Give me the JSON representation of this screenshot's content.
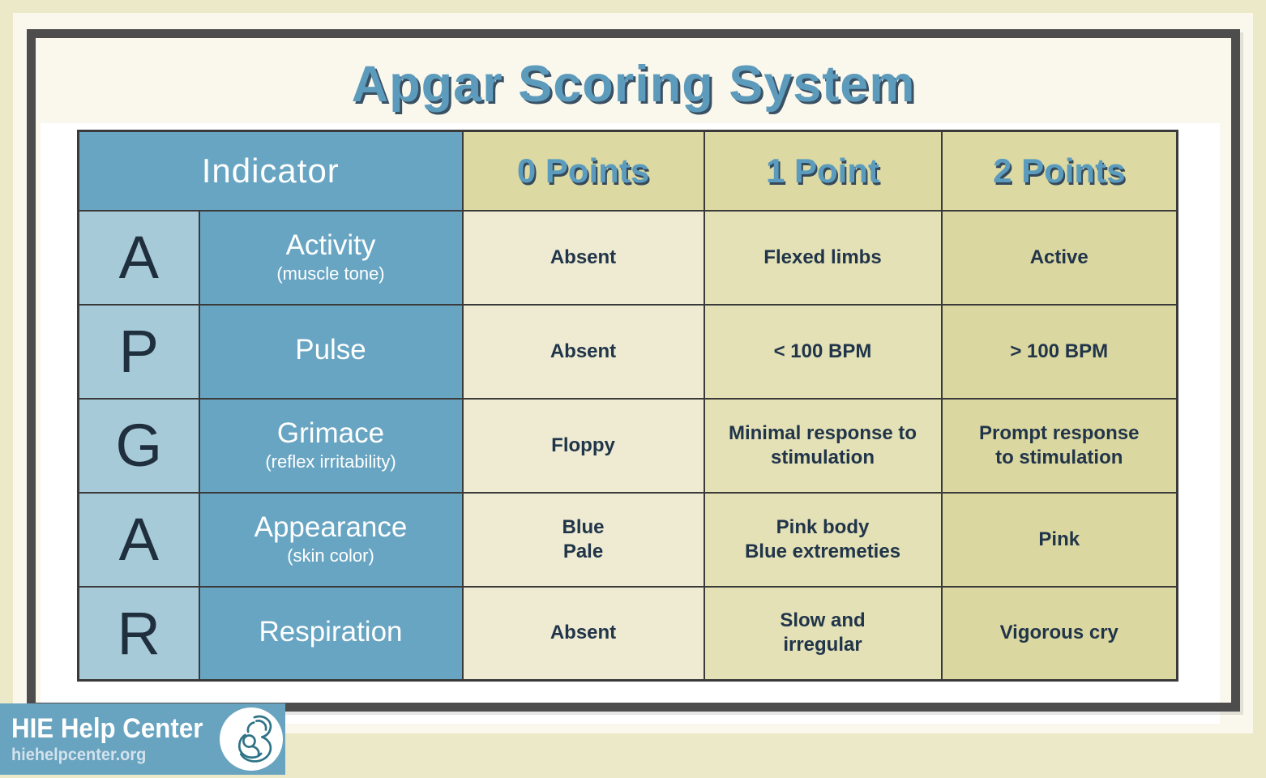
{
  "title": "Apgar Scoring System",
  "table": {
    "header": {
      "indicator": "Indicator",
      "points": [
        "0 Points",
        "1 Point",
        "2 Points"
      ]
    },
    "rows": [
      {
        "letter": "A",
        "name": "Activity",
        "sub": "(muscle tone)",
        "p0": "Absent",
        "p1": "Flexed limbs",
        "p2": "Active"
      },
      {
        "letter": "P",
        "name": "Pulse",
        "p0": "Absent",
        "p1": "< 100 BPM",
        "p2": "> 100 BPM"
      },
      {
        "letter": "G",
        "name": "Grimace",
        "sub": "(reflex irritability)",
        "p0": "Floppy",
        "p1": "Minimal response to\nstimulation",
        "p2": "Prompt response\nto stimulation"
      },
      {
        "letter": "A",
        "name": "Appearance",
        "sub": "(skin color)",
        "p0": "Blue\nPale",
        "p1": "Pink body\nBlue extremeties",
        "p2": "Pink"
      },
      {
        "letter": "R",
        "name": "Respiration",
        "p0": "Absent",
        "p1": "Slow and\nirregular",
        "p2": "Vigorous cry"
      }
    ]
  },
  "footer": {
    "brand": "HIE Help Center",
    "url": "hiehelpcenter.org",
    "logo_icon": "mother-and-baby-icon"
  },
  "colors": {
    "outer_mat": "#ece9c8",
    "inner_mat": "#faf8ec",
    "frame": "#4d4d4d",
    "header_blue": "#68a5c2",
    "letter_column_blue": "#a7cad9",
    "points_header_bg": "#dcd9a2",
    "col0_bg": "#eeebd2",
    "col1_bg": "#e4e1b6",
    "col2_bg": "#dbd7a0",
    "title_blue": "#5d9bbd",
    "dark_navy_text": "#21354a",
    "brand_band_blue": "#68a3bf"
  },
  "chart_data": {
    "type": "table",
    "title": "Apgar Scoring System",
    "columns": [
      "Indicator",
      "0 Points",
      "1 Point",
      "2 Points"
    ],
    "rows": [
      [
        "A — Activity (muscle tone)",
        "Absent",
        "Flexed limbs",
        "Active"
      ],
      [
        "P — Pulse",
        "Absent",
        "< 100 BPM",
        "> 100 BPM"
      ],
      [
        "G — Grimace (reflex irritability)",
        "Floppy",
        "Minimal response to stimulation",
        "Prompt response to stimulation"
      ],
      [
        "A — Appearance (skin color)",
        "Blue / Pale",
        "Pink body / Blue extremeties",
        "Pink"
      ],
      [
        "R — Respiration",
        "Absent",
        "Slow and irregular",
        "Vigorous cry"
      ]
    ]
  }
}
